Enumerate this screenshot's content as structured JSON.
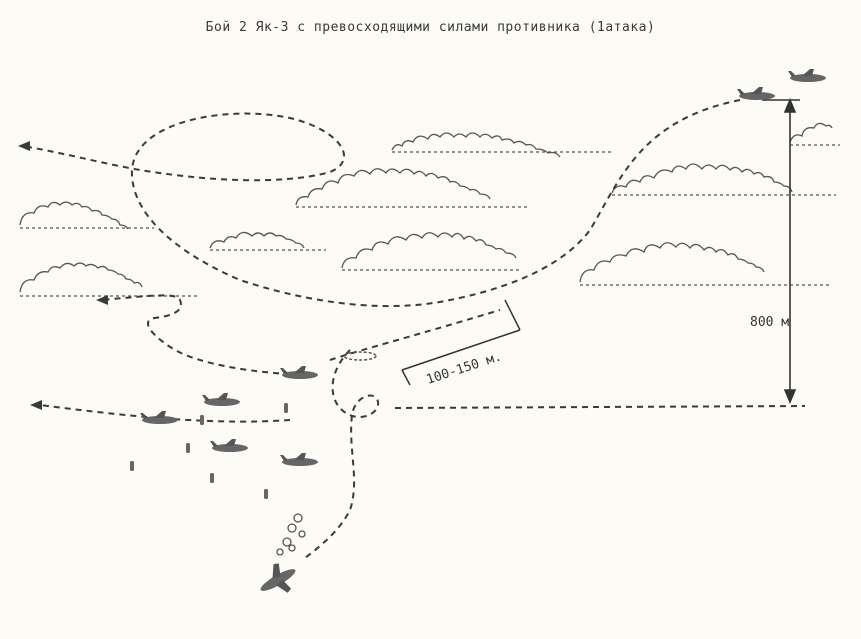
{
  "diagram": {
    "title": "Бой 2 Як-3 с превосходящими силами противника (1атака)",
    "labels": {
      "altitude": "800 м",
      "distance": "100-150 м."
    },
    "ink_color": "#3a3a3a",
    "paper_color": "#fcfbf6"
  }
}
